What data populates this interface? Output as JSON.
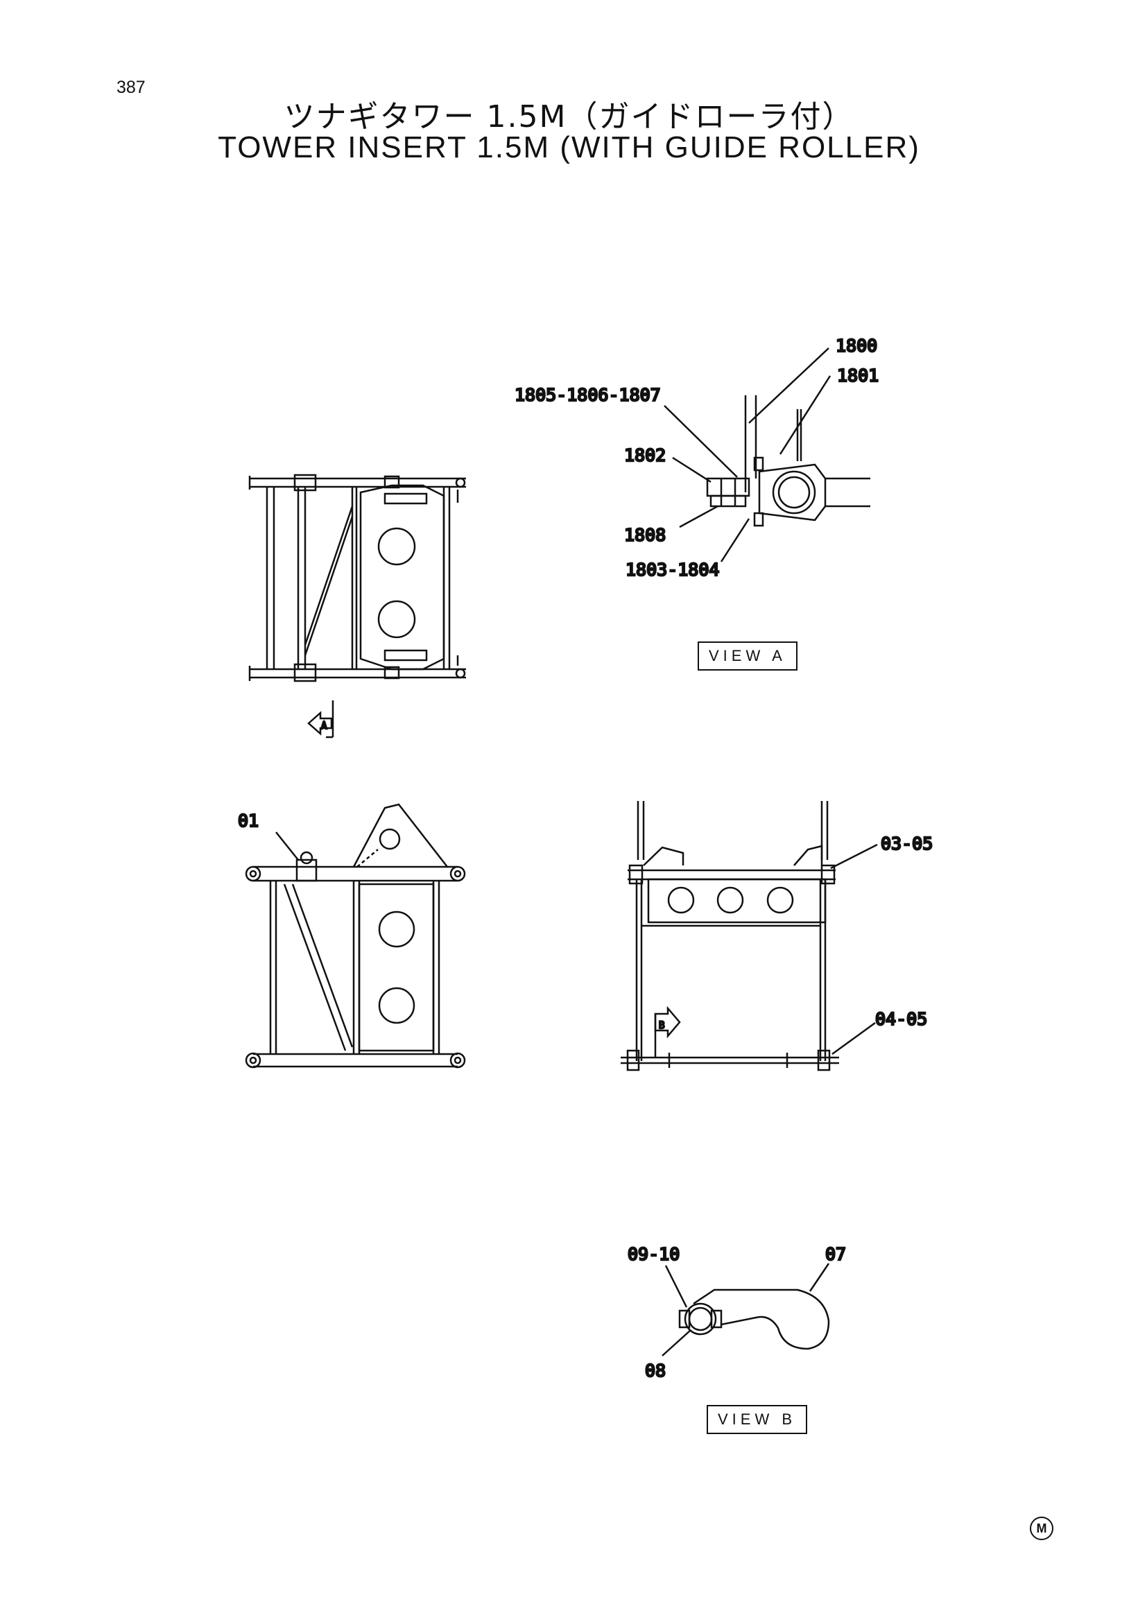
{
  "page_number": "387",
  "title_jp": "ツナギタワー 1.5M（ガイドローラ付）",
  "title_en": "TOWER INSERT 1.5M (WITH GUIDE ROLLER)",
  "view_a": {
    "label": "VIEW A",
    "callouts": {
      "c1800": "1800",
      "c1801": "1801",
      "c1805": "1805-1806-1807",
      "c1802": "1802",
      "c1808": "1808",
      "c1803": "1803-1804"
    }
  },
  "arrow_a": "A",
  "arrow_b": "B",
  "front_view": {
    "c01": "01"
  },
  "side_view": {
    "c0305": "03-05",
    "c0405": "04-05"
  },
  "view_b": {
    "label": "VIEW B",
    "callouts": {
      "c0910": "09-10",
      "c07": "07",
      "c08": "08"
    }
  },
  "maker_mark": "M"
}
